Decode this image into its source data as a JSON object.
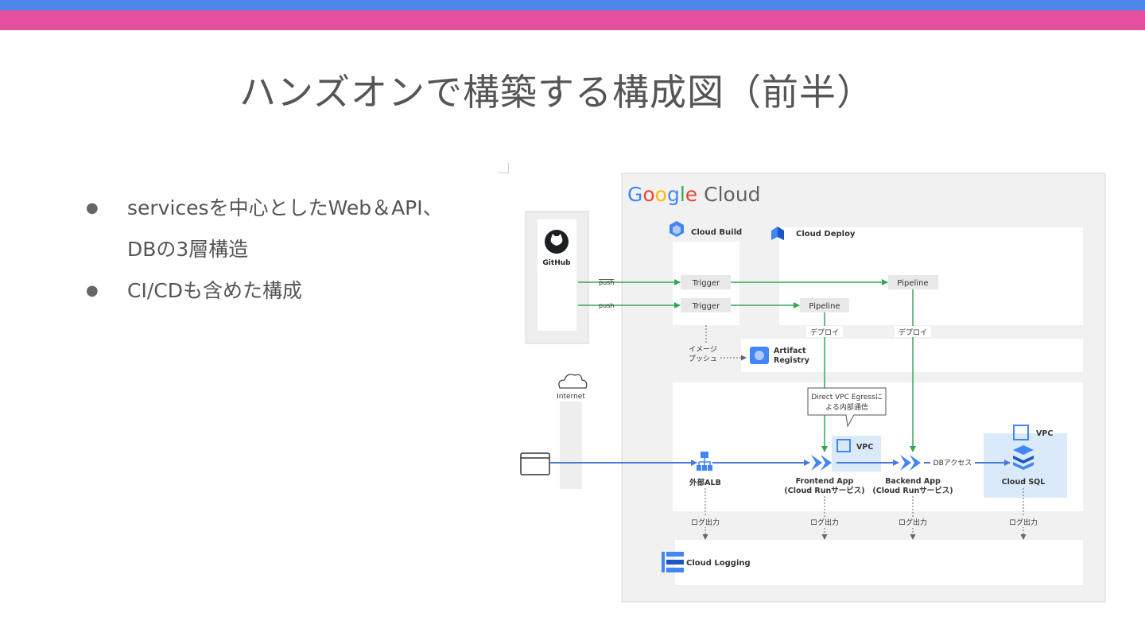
{
  "slide": {
    "title": "ハンズオンで構築する構成図（前半）",
    "bullets": [
      {
        "line1": "servicesを中心としたWeb＆API、",
        "line2": "DBの3層構造"
      },
      {
        "line1": "CI/CDも含めた構成",
        "line2": ""
      }
    ]
  },
  "diagram": {
    "brand": {
      "google": "Google",
      "cloud": "Cloud"
    },
    "github_label": "GitHub",
    "internet_label": "Internet",
    "cloud_build_label": "Cloud Build",
    "cloud_deploy_label": "Cloud Deploy",
    "push1": "push",
    "push2": "push",
    "trigger1": "Trigger",
    "trigger2": "Trigger",
    "pipeline1": "Pipeline",
    "pipeline2": "Pipeline",
    "deploy1": "デプロイ",
    "deploy2": "デプロイ",
    "image_push_1": "イメージ",
    "image_push_2": "プッシュ",
    "artifact_1": "Artifact",
    "artifact_2": "Registry",
    "callout_1": "Direct VPC Egressに",
    "callout_2": "よる内部通信",
    "vpc1": "VPC",
    "vpc2": "VPC",
    "alb_label": "外部ALB",
    "frontend_1": "Frontend App",
    "frontend_2": "(Cloud Runサービス)",
    "backend_1": "Backend App",
    "backend_2": "(Cloud Runサービス)",
    "db_access": "DBアクセス",
    "cloud_sql_label": "Cloud SQL",
    "log1": "ログ出力",
    "log2": "ログ出力",
    "log3": "ログ出力",
    "log4": "ログ出力",
    "cloud_logging_label": "Cloud Logging",
    "colors": {
      "green": "#34a853",
      "blue": "#4a7ad6",
      "gcp_blue": "#4285f4"
    }
  }
}
